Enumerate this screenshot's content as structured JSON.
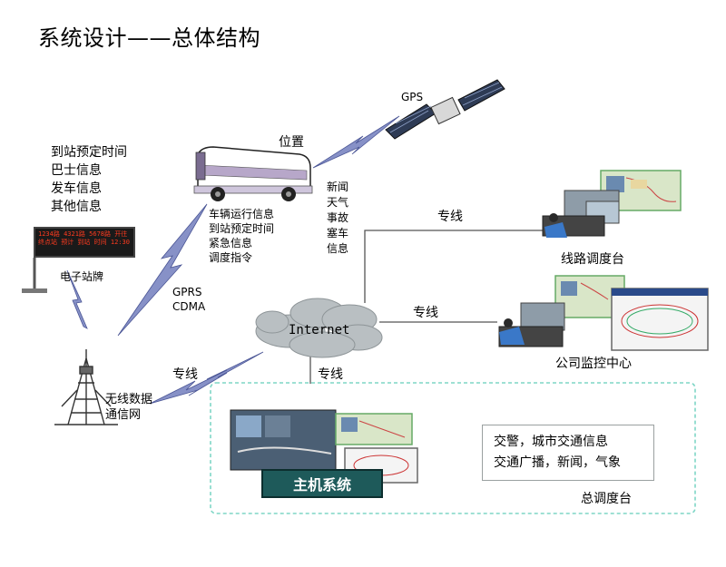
{
  "title": "系统设计——总体结构",
  "labels": {
    "gps": "GPS",
    "position": "位置",
    "bus_info_list": [
      "到站预定时间",
      "巴士信息",
      "发车信息",
      "其他信息"
    ],
    "vehicle_info_list": [
      "车辆运行信息",
      "到站预定时间",
      "紧急信息",
      "调度指令"
    ],
    "news_list": [
      "新闻",
      "天气",
      "事故",
      "塞车",
      "信息"
    ],
    "line_top": "专线",
    "line_mid": "专线",
    "line_bottom": "专线",
    "line_left": "专线",
    "route_dispatch": "线路调度台",
    "electronic_stop": "电子站牌",
    "gprs": "GPRS",
    "cdma": "CDMA",
    "internet": "Internet",
    "company_monitor": "公司监控中心",
    "wireless_line1": "无线数据",
    "wireless_line2": "通信网",
    "host_system": "主机系统",
    "external_info_line1": "交警，城市交通信息",
    "external_info_line2": "交通广播，新闻，气象",
    "master_dispatch": "总调度台"
  },
  "colors": {
    "cloud": "#b9bfc2",
    "host_bg": "#1e5a5a",
    "dashed_border": "#7fd6c6",
    "bolt": "#7a88c0"
  }
}
